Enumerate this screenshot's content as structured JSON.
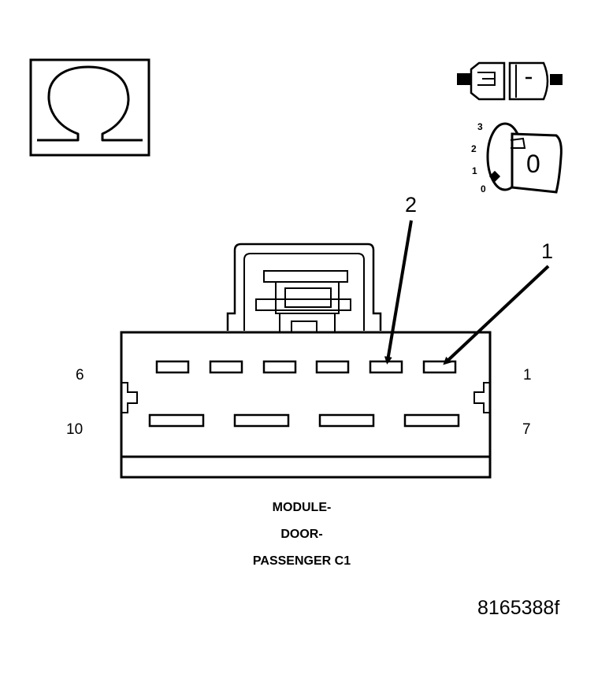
{
  "meter": {
    "symbol_icon": "ohm-symbol",
    "switch_icon": "ignition-connector-icon",
    "key_icon": "ignition-key-icon",
    "key_positions": [
      "3",
      "2",
      "1",
      "0"
    ],
    "key_face": "0"
  },
  "connector": {
    "pin_labels": {
      "top_left": "6",
      "top_right": "1",
      "bottom_left": "10",
      "bottom_right": "7"
    },
    "callouts": [
      "1",
      "2"
    ]
  },
  "caption": {
    "line1": "MODULE-",
    "line2": "DOOR-",
    "line3": "PASSENGER C1"
  },
  "figure_id": "8165388f"
}
